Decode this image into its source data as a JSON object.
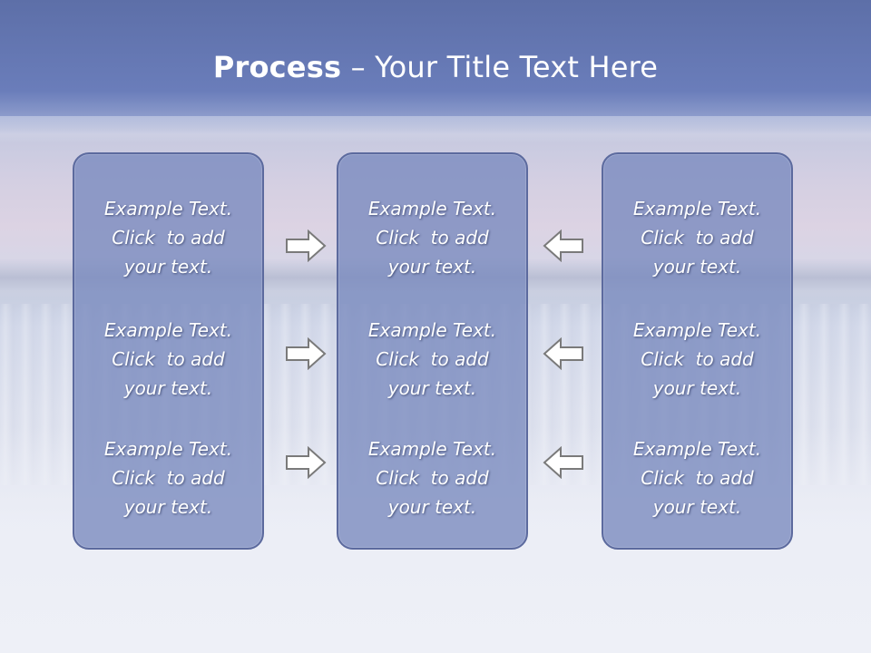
{
  "slide": {
    "title_bold": "Process",
    "title_rest": " – Your Title Text Here"
  },
  "columns": [
    {
      "blocks": [
        "Example Text.\nClick  to add\nyour text.",
        "Example Text.\nClick  to add\nyour text.",
        "Example Text.\nClick  to add\nyour text."
      ]
    },
    {
      "blocks": [
        "Example Text.\nClick  to add\nyour text.",
        "Example Text.\nClick  to add\nyour text.",
        "Example Text.\nClick  to add\nyour text."
      ]
    },
    {
      "blocks": [
        "Example Text.\nClick  to add\nyour text.",
        "Example Text.\nClick  to add\nyour text.",
        "Example Text.\nClick  to add\nyour text."
      ]
    }
  ],
  "arrows": {
    "left_column": "right-arrow-icon",
    "right_column": "left-arrow-icon"
  },
  "colors": {
    "box_fill": "#7889be",
    "box_border": "#5c6a9e",
    "arrow_fill": "#ffffff",
    "arrow_stroke": "#7a7a7a"
  }
}
